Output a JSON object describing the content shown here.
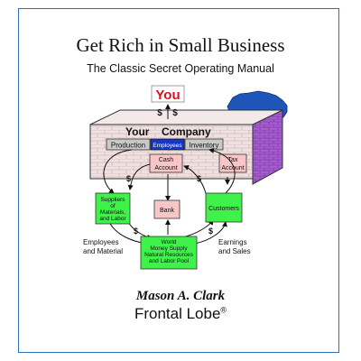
{
  "cover": {
    "title": "Get Rich in Small Business",
    "subtitle": "The Classic Secret Operating Manual",
    "author": "Mason A. Clark",
    "publisher": "Frontal Lobe",
    "publisher_mark": "®"
  },
  "diagram": {
    "you_label": "You",
    "dollar_left": "$",
    "dollar_right": "$",
    "company_word1": "Your",
    "company_word2": "Company",
    "production": "Production",
    "employees": "Employees",
    "inventory": "Inventory",
    "cash_account_l1": "Cash",
    "cash_account_l2": "Account",
    "tax_account_l1": "Tax",
    "tax_account_l2": "Account",
    "bank": "Bank",
    "suppliers_l1": "Suppliers",
    "suppliers_l2": "of",
    "suppliers_l3": "Materials,",
    "suppliers_l4": "and Labor",
    "customers": "Customers",
    "world_l1": "World",
    "world_l2": "Money Supply",
    "world_l3": "Natural Resources",
    "world_l4": "and Labor Pool",
    "employees_material_l1": "Employees",
    "employees_material_l2": "and Material",
    "earnings_sales_l1": "Earnings",
    "earnings_sales_l2": "and Sales",
    "dollar": "$"
  },
  "colors": {
    "border": "#2f6fb5",
    "you_text": "#d4141a",
    "green_box": "#3ef24a",
    "pink_box": "#f8c6c6",
    "gray_box": "#c9c9c9",
    "employees_box": "#1636c8",
    "purple_wall": "#a259c9",
    "map_blue": "#1f55b8",
    "brick": "#ead7d7"
  }
}
